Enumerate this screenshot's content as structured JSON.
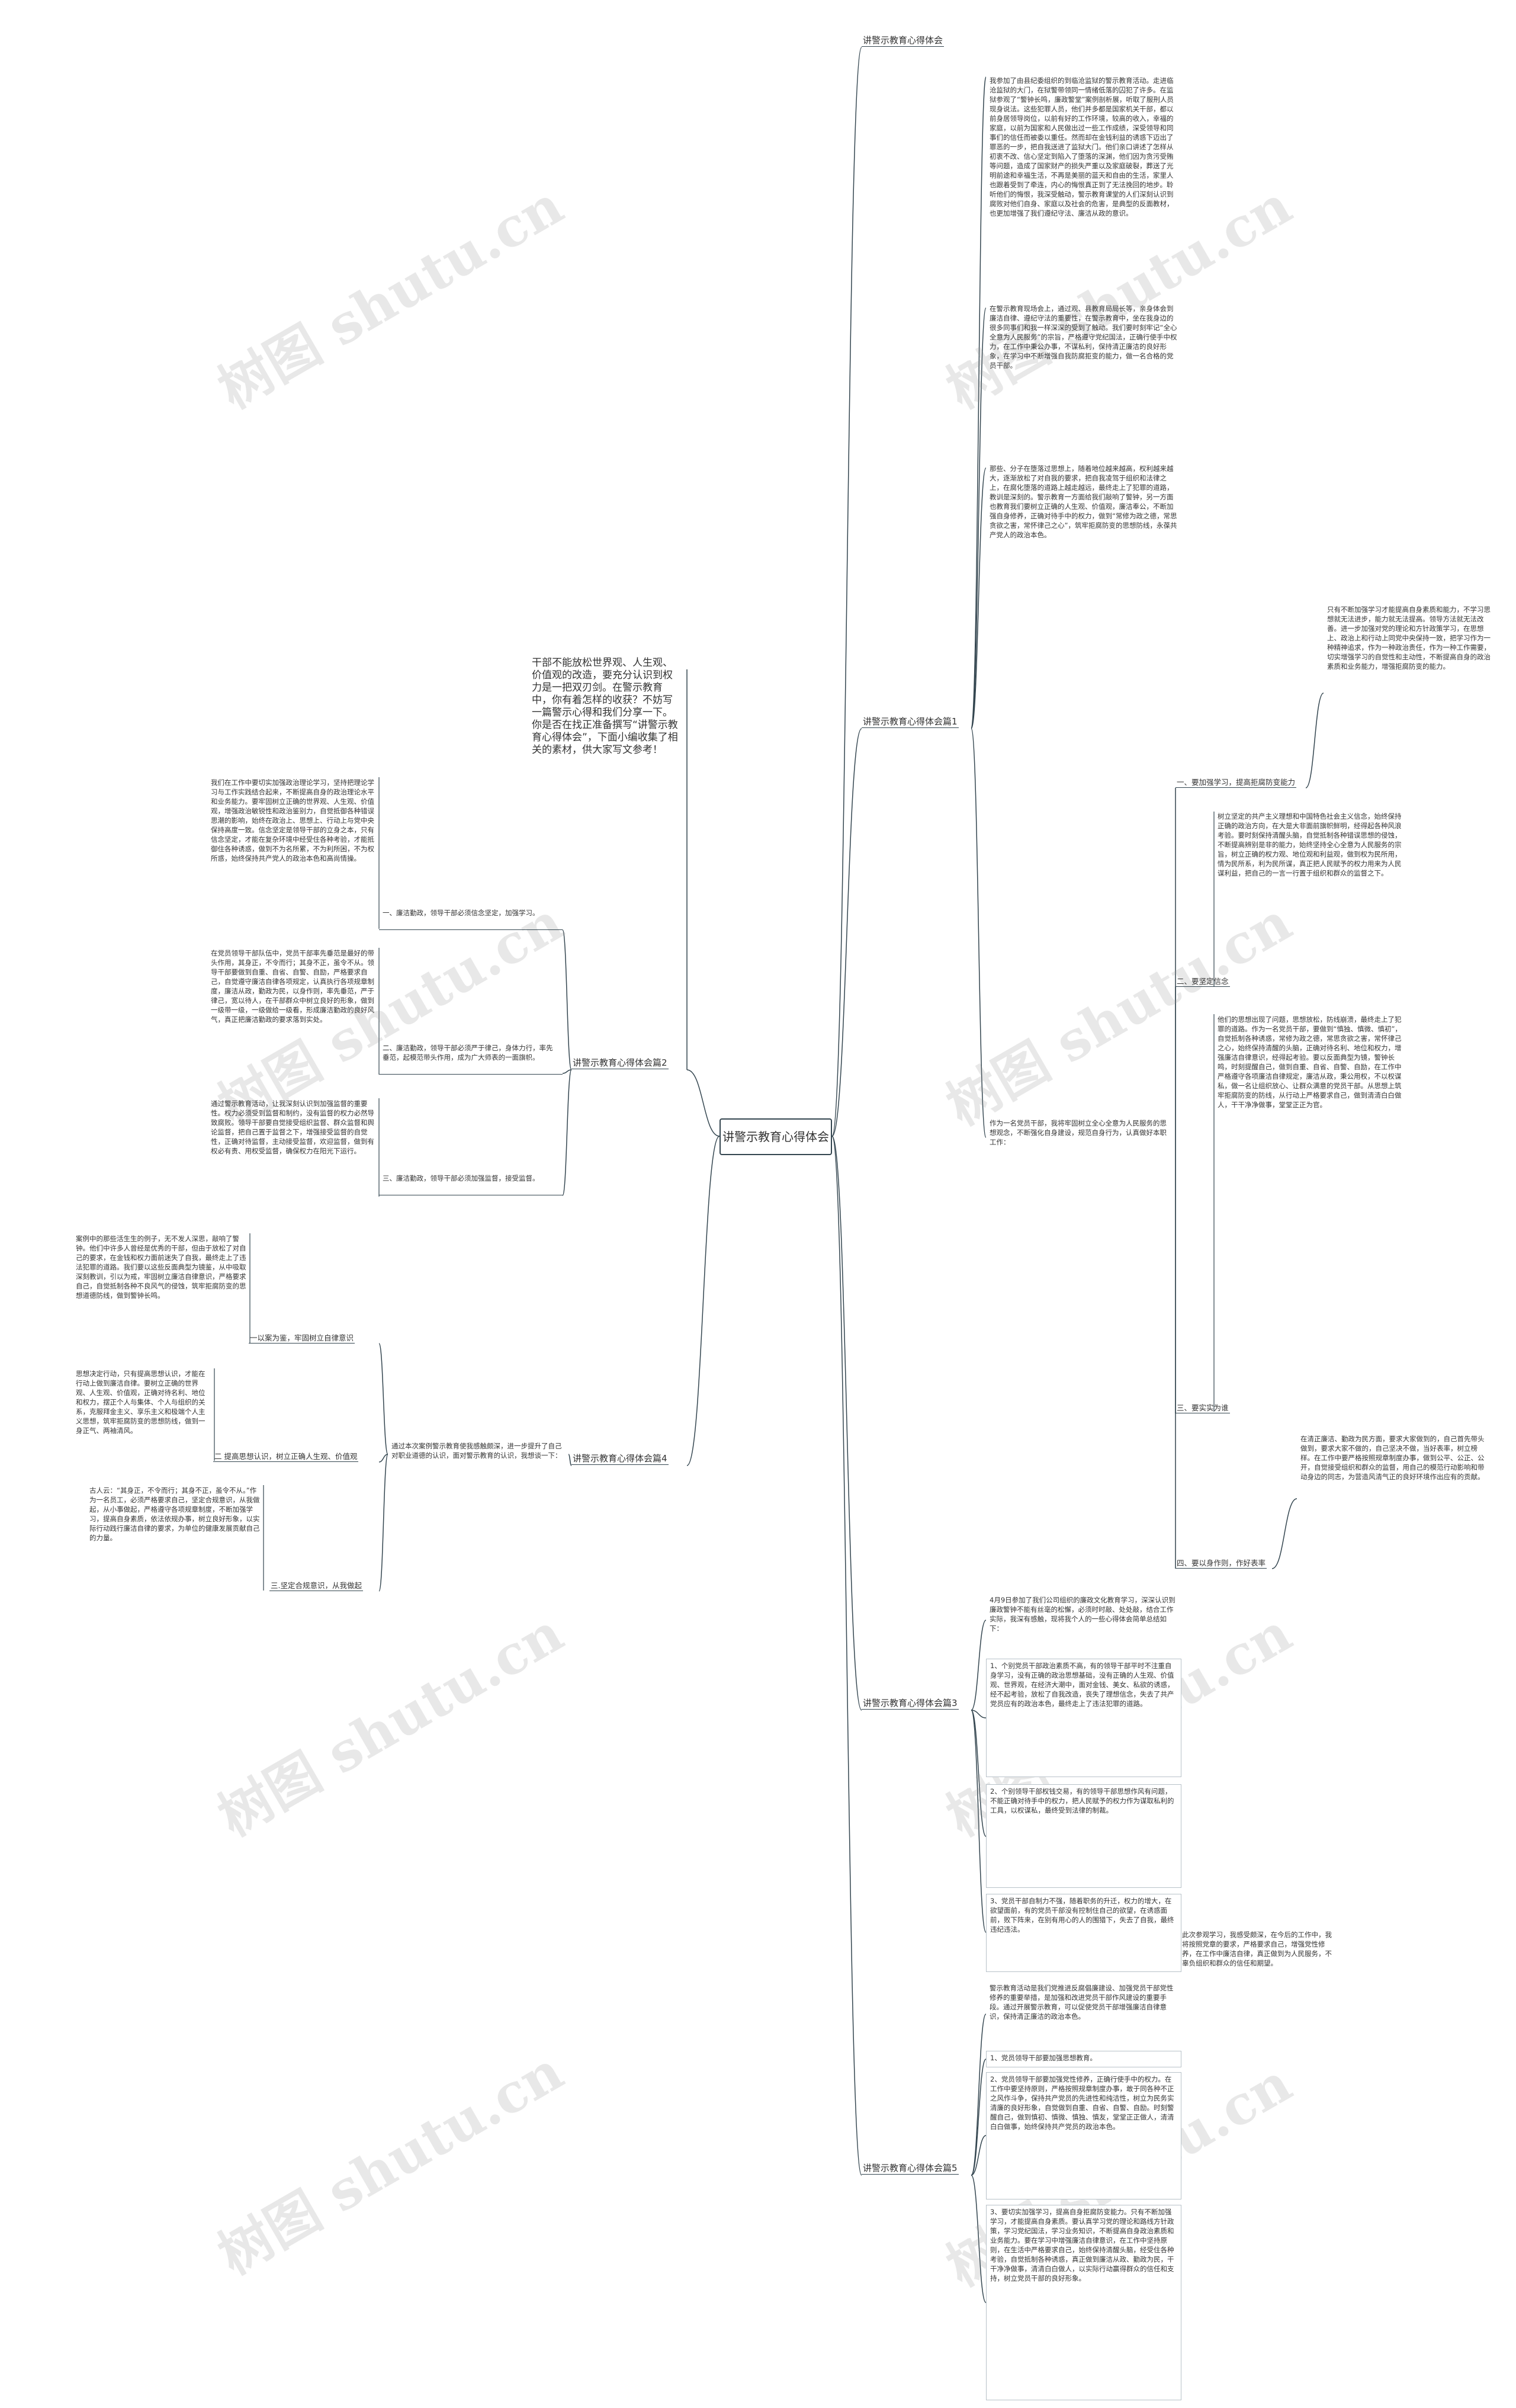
{
  "watermark": "树图 shutu.cn",
  "root": "讲警示教育心得体会",
  "intro": "干部不能放松世界观、人生观、价值观的改造，要充分认识到权力是一把双刃剑。在警示教育中，你有着怎样的收获？不妨写一篇警示心得和我们分享一下。你是否在找正准备撰写“讲警示教育心得体会”，下面小编收集了相关的素材，供大家写文参考！",
  "branches": [
    {
      "label": "讲警示教育心得体会"
    },
    {
      "label": "讲警示教育心得体会篇1",
      "paras": [
        "我参加了由县纪委组织的到临沧监狱的警示教育活动。走进临沧监狱的大门，在狱警带领同一情绪低落的囚犯了许多。在监狱参观了“警钟长鸣，廉政警堂”案例剖析展，听取了服刑人员现身说法。这些犯罪人员，他们并多都是国家机关干部，都以前身居领导岗位，以前有好的工作环境，较高的收入，幸福的家庭，以前为国家和人民做出过一些工作成绩，深受领导和同事们的信任而被委以重任。然而却在金钱利益的诱惑下迈出了罪恶的一步，把自我送进了监狱大门。他们亲口讲述了怎样从初衷不改、信心坚定到陷入了堕落的深渊，他们因为贪污受贿等问题，造成了国家财产的损失严重以及家庭破裂，葬送了光明前途和幸福生活，不再是美丽的蓝天和自由的生活，家里人也跟着受到了牵连，内心的悔恨真正到了无法挽回的地步。聆听他们的悔恨，我深受触动，警示教育课堂的人们深刻认识到腐败对他们自身、家庭以及社会的危害，是典型的反面教材，也更加增强了我们遵纪守法、廉洁从政的意识。",
        "在警示教育现场会上，通过观、县教育局局长等，亲身体会到廉洁自律、遵纪守法的重要性，在警示教育中，坐在我身边的很多同事们和我一样深深的受到了触动。我们要时刻牢记“全心全意为人民服务”的宗旨，严格遵守党纪国法，正确行使手中权力，在工作中秉公办事，不谋私利，保持清正廉洁的良好形象，在学习中不断增强自我防腐拒变的能力，做一名合格的党员干部。",
        "那些、分子在堕落过思想上，随着地位越来越高，权利越来越大，逐渐放松了对自我的要求，把自我凌驾于组织和法律之上，在腐化堕落的道路上越走越远，最终走上了犯罪的道路，教训是深刻的。警示教育一方面给我们敲响了警钟，另一方面也教育我们要树立正确的人生观、价值观，廉洁奉公，不断加强自身修养，正确对待手中的权力，做到“常修为政之德，常思贪欲之害，常怀律己之心”，筑牢拒腐防变的思想防线，永葆共产党人的政治本色。"
      ],
      "hub": "作为一名党员干部，我将牢固树立全心全意为人民服务的思想观念，不断强化自身建设，规范自身行为，认真做好本职工作：",
      "subs": [
        {
          "label": "一、要加强学习，提高拒腐防变能力",
          "text": "只有不断加强学习才能提高自身素质和能力，不学习思想就无法进步，能力就无法提高。领导方法就无法改善。进一步加强对党的理论和方针政策学习，在思想上、政治上和行动上同党中央保持一致，把学习作为一种精神追求，作为一种政治责任，作为一种工作需要，切实增强学习的自觉性和主动性，不断提高自身的政治素质和业务能力，增强拒腐防变的能力。"
        },
        {
          "label": "二、要坚定信念",
          "text": "树立坚定的共产主义理想和中国特色社会主义信念，始终保持正确的政治方向，在大是大非面前旗帜鲜明，经得起各种风浪考验。要时刻保持清醒头脑，自觉抵制各种错误思想的侵蚀，不断提高辨别是非的能力，始终坚持全心全意为人民服务的宗旨，树立正确的权力观、地位观和利益观，做到权为民所用，情为民所系，利为民所谋，真正把人民赋予的权力用来为人民谋利益，把自己的一言一行置于组织和群众的监督之下。"
        },
        {
          "label": "三、要实实为谁",
          "text": "他们的思想出现了问题，思想放松，防线崩溃，最终走上了犯罪的道路。作为一名党员干部，要做到“慎独、慎微、慎初”，自觉抵制各种诱惑，常修为政之德，常思贪欲之害，常怀律己之心，始终保持清醒的头脑，正确对待名利、地位和权力，增强廉洁自律意识，经得起考验。要以反面典型为镜，警钟长鸣，时刻提醒自己，做到自重、自省、自警、自励，在工作中严格遵守各项廉洁自律规定，廉洁从政，秉公用权，不以权谋私，做一名让组织放心、让群众满意的党员干部。从思想上筑牢拒腐防变的防线，从行动上严格要求自己，做到清清白白做人，干干净净做事，堂堂正正为官。"
        },
        {
          "label": "四、要以身作则，作好表率",
          "text": "在清正廉洁、勤政为民方面，要求大家做到的，自己首先带头做到，要求大家不做的，自己坚决不做，当好表率，树立榜样。在工作中要严格按照规章制度办事，做到公平、公正、公开，自觉接受组织和群众的监督，用自己的模范行动影响和带动身边的同志，为营造风清气正的良好环境作出应有的贡献。"
        }
      ]
    },
    {
      "label": "讲警示教育心得体会篇2",
      "subs": [
        {
          "label": "一、廉洁勤政，领导干部必须信念坚定，加强学习。",
          "text": "我们在工作中要切实加强政治理论学习，坚持把理论学习与工作实践结合起来，不断提高自身的政治理论水平和业务能力。要牢固树立正确的世界观、人生观、价值观，增强政治敏锐性和政治鉴别力，自觉抵御各种错误思潮的影响，始终在政治上、思想上、行动上与党中央保持高度一致。信念坚定是领导干部的立身之本，只有信念坚定，才能在复杂环境中经受住各种考验，才能抵御住各种诱惑，做到不为名所累，不为利所困，不为权所惑，始终保持共产党人的政治本色和高尚情操。"
        },
        {
          "label": "二、廉洁勤政，领导干部必须严于律己，身体力行，率先垂范，起模范带头作用，成为广大师表的一面旗帜。",
          "text": "在党员领导干部队伍中，党员干部率先垂范是最好的带头作用，其身正，不令而行；其身不正，虽令不从。领导干部要做到自重、自省、自警、自励，严格要求自己，自觉遵守廉洁自律各项规定，认真执行各项规章制度，廉洁从政，勤政为民，以身作则，率先垂范，严于律己，宽以待人，在干部群众中树立良好的形象，做到一级带一级，一级做给一级看，形成廉洁勤政的良好风气，真正把廉洁勤政的要求落到实处。"
        },
        {
          "label": "三、廉洁勤政，领导干部必须加强监督，接受监督。",
          "text": "通过警示教育活动，让我深刻认识到加强监督的重要性。权力必须受到监督和制约，没有监督的权力必然导致腐败。领导干部要自觉接受组织监督、群众监督和舆论监督，把自己置于监督之下，增强接受监督的自觉性，正确对待监督，主动接受监督，欢迎监督，做到有权必有责、用权受监督，确保权力在阳光下运行。"
        }
      ]
    },
    {
      "label": "讲警示教育心得体会篇4",
      "hub": "通过本次案例警示教育使我感触颇深，进一步提升了自己对职业道德的认识，面对警示教育的认识，我想谈一下：",
      "subs": [
        {
          "label": "一以案为鉴，牢固树立自律意识",
          "text": "案例中的那些活生生的例子，无不发人深思，敲响了警钟。他们中许多人曾经是优秀的干部，但由于放松了对自己的要求，在金钱和权力面前迷失了自我，最终走上了违法犯罪的道路。我们要以这些反面典型为镜鉴，从中吸取深刻教训，引以为戒，牢固树立廉洁自律意识，严格要求自己，自觉抵制各种不良风气的侵蚀，筑牢拒腐防变的思想道德防线，做到警钟长鸣。"
        },
        {
          "label": "二 提高思想认识，树立正确人生观、价值观",
          "text": "思想决定行动，只有提高思想认识，才能在行动上做到廉洁自律。要树立正确的世界观、人生观、价值观，正确对待名利、地位和权力，摆正个人与集体、个人与组织的关系，克服拜金主义、享乐主义和极端个人主义思想，筑牢拒腐防变的思想防线，做到一身正气、两袖清风。"
        },
        {
          "label": "三.坚定合规意识，从我做起",
          "text": "古人云：“其身正，不令而行；其身不正，虽令不从。”作为一名员工，必须严格要求自己，坚定合规意识，从我做起，从小事做起，严格遵守各项规章制度，不断加强学习，提高自身素质，依法依规办事，树立良好形象，以实际行动践行廉洁自律的要求，为单位的健康发展贡献自己的力量。"
        }
      ]
    },
    {
      "label": "讲警示教育心得体会篇3",
      "paras": [
        "4月9日参加了我们公司组织的廉政文化教育学习，深深认识到廉政警钟不能有丝毫的松懈，必须时时敲、处处敲，结合工作实际，我深有感触，现将我个人的一些心得体会简单总结如下：",
        "1、个别党员干部政治素质不高，有的领导干部平时不注重自身学习，没有正确的政治思想基础，没有正确的人生观、价值观、世界观，在经济大潮中，面对金钱、美女、私欲的诱惑，经不起考验，放松了自我改造，丧失了理想信念，失去了共产党员应有的政治本色，最终走上了违法犯罪的道路。",
        "2、个别领导干部权钱交易，有的领导干部思想作风有问题，不能正确对待手中的权力，把人民赋予的权力作为谋取私利的工具，以权谋私，最终受到法律的制裁。",
        "3、党员干部自制力不强，随着职务的升迁，权力的增大，在欲望面前，有的党员干部没有控制住自己的欲望，在诱惑面前，败下阵来，在别有用心的人的围猎下，失去了自我，最终违纪违法。"
      ],
      "subs": [
        {
          "label": "",
          "text": "此次参观学习，我感受颇深，在今后的工作中，我将按照党章的要求，严格要求自己，增强党性修养，在工作中廉洁自律，真正做到为人民服务，不辜负组织和群众的信任和期望。"
        }
      ]
    },
    {
      "label": "讲警示教育心得体会篇5",
      "paras": [
        "警示教育活动是我们党推进反腐倡廉建设、加强党员干部党性修养的重要举措，是加强和改进党员干部作风建设的重要手段。通过开展警示教育，可以促使党员干部增强廉洁自律意识，保持清正廉洁的政治本色。",
        "1、党员领导干部要加强思想教育。",
        "2、党员领导干部要加强党性修养，正确行使手中的权力。在工作中要坚持原则，严格按照规章制度办事，敢于同各种不正之风作斗争，保持共产党员的先进性和纯洁性，树立为民务实清廉的良好形象，自觉做到自重、自省、自警、自励。时刻警醒自己，做到慎初、慎微、慎独、慎友，堂堂正正做人，清清白白做事，始终保持共产党员的政治本色。",
        "3、要切实加强学习，提高自身拒腐防变能力。只有不断加强学习，才能提高自身素质。要认真学习党的理论和路线方针政策，学习党纪国法，学习业务知识，不断提高自身政治素质和业务能力。要在学习中增强廉洁自律意识，在工作中坚持原则，在生活中严格要求自己，始终保持清醒头脑，经受住各种考验，自觉抵制各种诱惑，真正做到廉洁从政、勤政为民，干干净净做事，清清白白做人，以实际行动赢得群众的信任和支持，树立党员干部的良好形象。"
      ]
    }
  ]
}
